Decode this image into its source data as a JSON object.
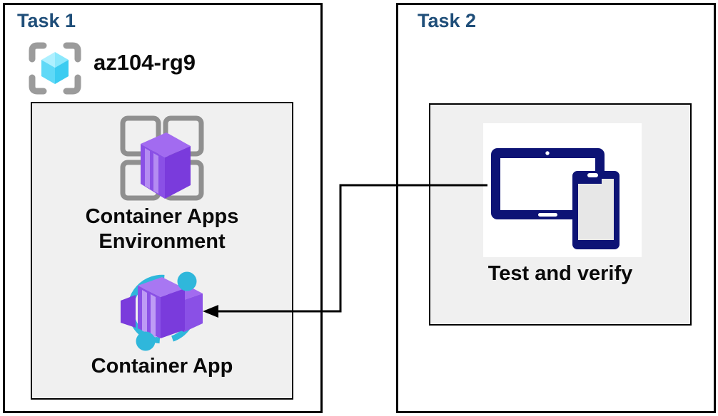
{
  "task1": {
    "title": "Task 1",
    "resource_group_name": "az104-rg9",
    "nodes": {
      "environment": {
        "label": "Container Apps Environment",
        "icon": "container-apps-environment-icon"
      },
      "app": {
        "label": "Container App",
        "icon": "container-app-icon"
      }
    }
  },
  "task2": {
    "title": "Task 2",
    "node": {
      "label": "Test and verify",
      "icon": "tablet-and-phone-devices-icon"
    }
  },
  "connector": {
    "description": "elbow arrow from Test and verify devices icon to Container App icon"
  },
  "colors": {
    "task_title": "#1F4E79",
    "box_border": "#000000",
    "panel_bg": "#F0F0F0",
    "bracket_gray": "#9B9B9B",
    "cube_cyan_light": "#AEF0FF",
    "cube_cyan_dark": "#3BCCF1",
    "grid_gray": "#8F8F8F",
    "purple_light": "#A877F2",
    "purple_main": "#8A50E6",
    "purple_dark": "#7A3BDC",
    "stripe_lavender": "#BE9BF5",
    "orbit_cyan": "#2FB7DB",
    "device_navy": "#0D1375",
    "phone_screen_gray": "#E7E7E7",
    "label_text": "#0A0A0A"
  }
}
